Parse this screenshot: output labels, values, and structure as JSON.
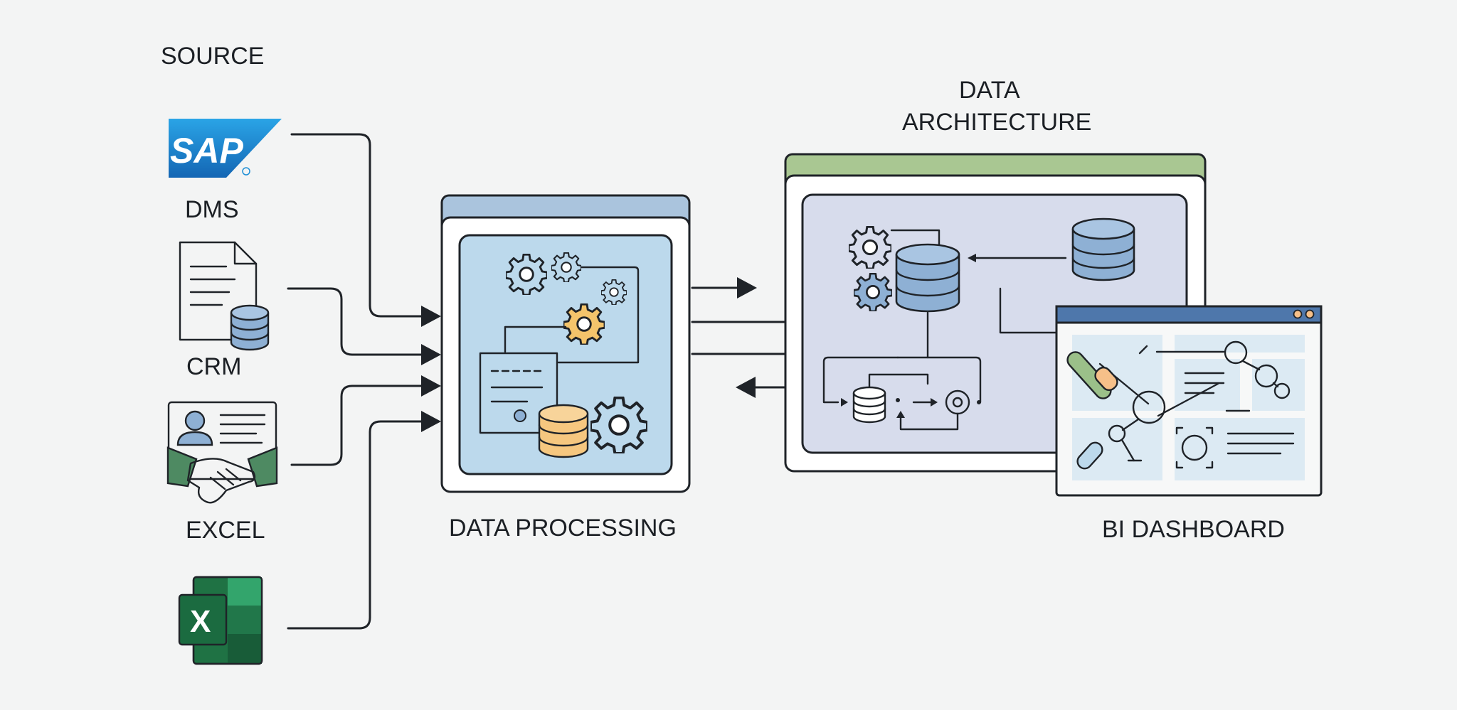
{
  "labels": {
    "source": "SOURCE",
    "dms": "DMS",
    "crm": "CRM",
    "excel": "EXCEL",
    "data_processing": "DATA PROCESSING",
    "data_architecture_line1": "DATA",
    "data_architecture_line2": "ARCHITECTURE",
    "bi_dashboard": "BI DASHBOARD"
  },
  "logo": {
    "sap": "SAP",
    "excel_letter": "X"
  },
  "icons": {
    "sap": "sap-logo-icon",
    "dms": "document-database-icon",
    "crm": "contact-card-handshake-icon",
    "excel": "excel-logo-icon",
    "processing": "gears-document-database-icon",
    "architecture": "database-gears-icon",
    "dashboard": "analytics-dashboard-icon"
  },
  "colors": {
    "background": "#f3f4f4",
    "stroke": "#1f2328",
    "processing_header": "#aac4dd",
    "processing_panel": "#bcd9ec",
    "architecture_header": "#a9c792",
    "architecture_panel": "#d7dcec",
    "dashboard_header": "#4e77ab",
    "database_blue": "#8eb0d4",
    "database_orange": "#f6c77f",
    "gear_orange": "#f4c46b",
    "excel_green": "#1f7244",
    "sap_blue": "#1f8fd6",
    "node_green": "#9bc089",
    "node_orange": "#f6c089"
  }
}
